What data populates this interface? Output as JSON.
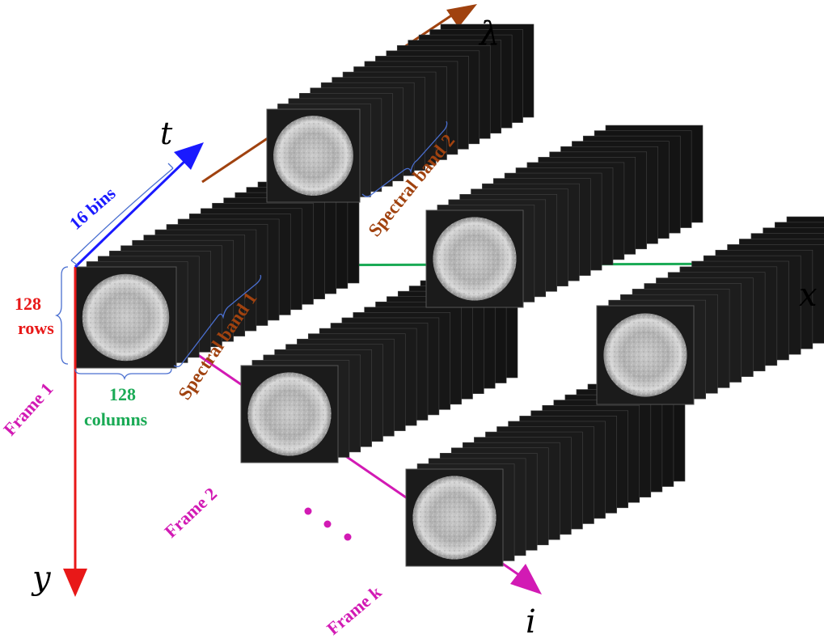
{
  "axes": {
    "t": {
      "label": "t",
      "color": "#1a1aff"
    },
    "lambda": {
      "label": "λ",
      "color": "#a0420f"
    },
    "x": {
      "label": "x",
      "color": "#1aaa55"
    },
    "y": {
      "label": "y",
      "color": "#e81818"
    },
    "i": {
      "label": "i",
      "color": "#d21ab4"
    }
  },
  "dimension_labels": {
    "bins": {
      "text": "16 bins",
      "color": "#1a1aff"
    },
    "rows_count": {
      "text": "128",
      "color": "#e81818"
    },
    "rows_word": {
      "text": "rows",
      "color": "#e81818"
    },
    "columns_count": {
      "text": "128",
      "color": "#1aaa55"
    },
    "columns_word": {
      "text": "columns",
      "color": "#1aaa55"
    }
  },
  "band_labels": {
    "band1": {
      "text": "Spectral band 1",
      "color": "#a0420f"
    },
    "band2": {
      "text": "Spectral band 2",
      "color": "#a0420f"
    }
  },
  "frame_labels": {
    "frame1": {
      "text": "Frame 1",
      "color": "#d21ab4"
    },
    "frame2": {
      "text": "Frame 2",
      "color": "#d21ab4"
    },
    "framek": {
      "text": "Frame k",
      "color": "#d21ab4"
    }
  },
  "ellipsis_color": "#d21ab4",
  "brace_color": "#4a6fd0"
}
